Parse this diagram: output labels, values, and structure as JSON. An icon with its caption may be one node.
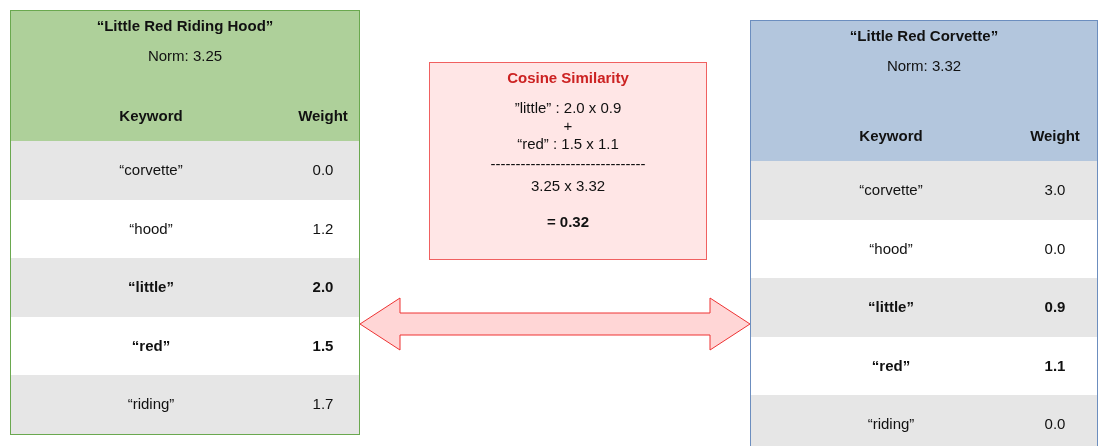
{
  "diagram": {
    "nodes": [
      {
        "text": [
          "“Little Red Riding Hood”",
          "Norm: 3.25",
          "Keyword",
          "Weight",
          "“corvette”",
          "0.0",
          "“hood”",
          "1.2",
          "“little”",
          "2.0",
          "“red”",
          "1.5",
          "“riding”",
          "1.7"
        ]
      },
      {
        "text": [
          "Cosine Similarity",
          "”little” : 2.0 x 0.9",
          "+",
          "“red” : 1.5 x 1.1",
          "-------------------------------",
          "3.25 x 3.32",
          "= 0.32"
        ]
      },
      {
        "text": [
          "“Little Red Corvette”",
          "Norm: 3.32",
          "Keyword",
          "Weight",
          "“corvette”",
          "3.0",
          "“hood”",
          "0.0",
          "“little”",
          "0.9",
          "“red”",
          "1.1",
          "“riding”",
          "0.0"
        ]
      }
    ],
    "edges": [
      {
        "from": 0,
        "to": 2,
        "arrow": "both"
      }
    ]
  }
}
